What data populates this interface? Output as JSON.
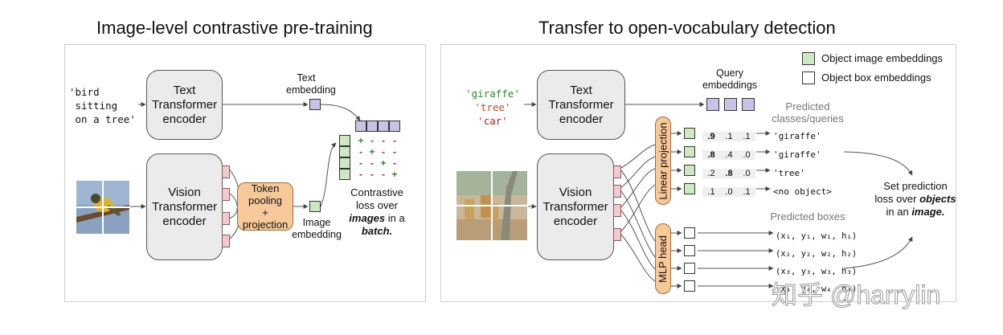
{
  "left": {
    "title": "Image-level contrastive pre-training",
    "input_text": "'bird\n sitting\n on a tree'",
    "text_encoder": "Text\nTransformer\nencoder",
    "vision_encoder": "Vision\nTransformer\nencoder",
    "token_pooling": "Token\npooling\n+\nprojection",
    "text_embedding": "Text\nembedding",
    "image_embedding": "Image\nembedding",
    "loss_line1": "Contrastive",
    "loss_line2": "loss over",
    "loss_images": "images",
    "loss_in_a": " in a",
    "loss_batch": "batch.",
    "matrix": [
      [
        "+",
        "-",
        "-",
        "-"
      ],
      [
        "-",
        "+",
        "-",
        "-"
      ],
      [
        "-",
        "-",
        "+",
        "-"
      ],
      [
        "-",
        "-",
        "-",
        "+"
      ]
    ]
  },
  "right": {
    "title": "Transfer to open-vocabulary detection",
    "queries": [
      "'giraffe'",
      "'tree'",
      "'car'"
    ],
    "text_encoder": "Text\nTransformer\nencoder",
    "vision_encoder": "Vision\nTransformer\nencoder",
    "linear_projection": "Linear projection",
    "mlp_head": "MLP head",
    "query_embeddings": "Query\nembeddings",
    "legend": {
      "object_image": "Object image embeddings",
      "object_box": "Object box embeddings"
    },
    "predicted_classes_label": "Predicted\nclasses/queries",
    "predicted_boxes_label": "Predicted boxes",
    "scores": [
      {
        "v": [
          ".9",
          ".1",
          ".1"
        ],
        "bold": 0,
        "cls": "'giraffe'"
      },
      {
        "v": [
          ".8",
          ".4",
          ".0"
        ],
        "bold": 0,
        "cls": "'giraffe'"
      },
      {
        "v": [
          ".2",
          ".8",
          ".0"
        ],
        "bold": 1,
        "cls": "'tree'"
      },
      {
        "v": [
          ".1",
          ".0",
          ".1"
        ],
        "bold": -1,
        "cls": "<no object>"
      }
    ],
    "boxes": [
      "(x₁, y₁, w₁, h₁)",
      "(x₂, y₂, w₂, h₂)",
      "(x₃, y₃, w₃, h₃)",
      "(x₄, y₄, w₄, h₄)"
    ],
    "set_loss_1": "Set prediction",
    "set_loss_2": "loss over ",
    "set_loss_objects": "objects",
    "set_loss_3": "in an ",
    "set_loss_image": "image."
  },
  "watermark": "知乎 @harrylin",
  "colors": {
    "green_text": "#2e8b2e",
    "orange_text": "#b0532a",
    "red_text": "#b02222",
    "purple": "#c9c3e8",
    "green_sq": "#cfe8c3",
    "orange_box": "#f6c89a"
  }
}
